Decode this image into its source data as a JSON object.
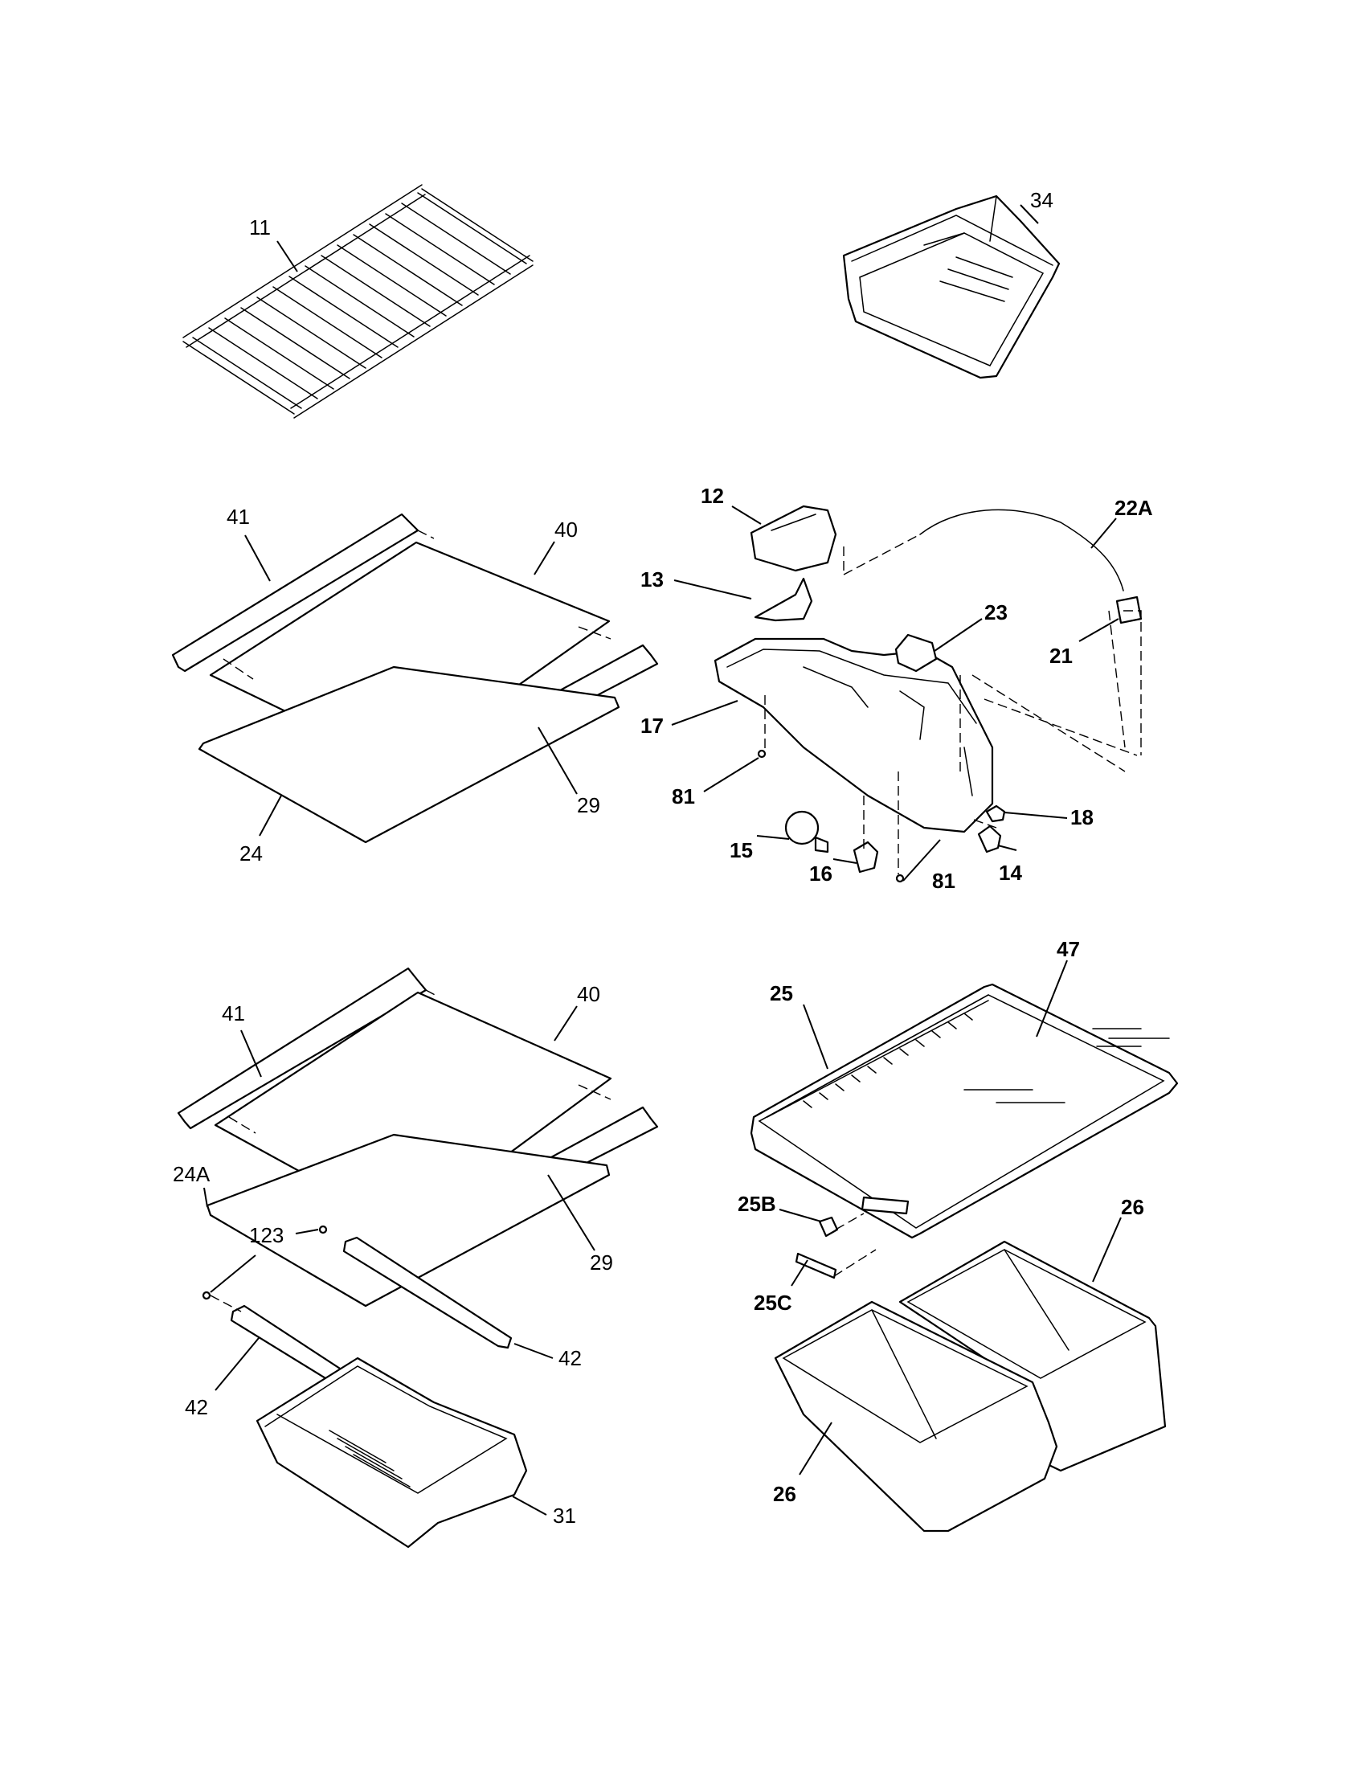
{
  "callouts": {
    "wire_shelf": "11",
    "crisper_bin": "34",
    "shelf_a_trim_front": "41",
    "shelf_a_glass": "40",
    "shelf_a_trim_rear": "29",
    "shelf_a_frame": "24",
    "ctrl_bracket": "12",
    "ctrl_knob_cover": "13",
    "ctrl_cable": "22A",
    "ctrl_thermostat": "23",
    "ctrl_switch_top": "21",
    "ctrl_housing": "17",
    "ctrl_screw_left": "81",
    "ctrl_bulb": "15",
    "ctrl_socket": "16",
    "ctrl_screw_right": "81",
    "ctrl_switch_bottom": "14",
    "ctrl_clip": "18",
    "shelf_b_trim_front": "41",
    "shelf_b_glass": "40",
    "shelf_b_frame": "24A",
    "shelf_b_screw": "123",
    "shelf_b_trim_rear": "29",
    "slide_right": "42",
    "slide_left": "42",
    "drawer_lower": "31",
    "cover_front": "25",
    "cover_glass": "47",
    "cover_latch": "25B",
    "cover_slide": "25C",
    "crisper_right": "26",
    "crisper_left": "26"
  }
}
